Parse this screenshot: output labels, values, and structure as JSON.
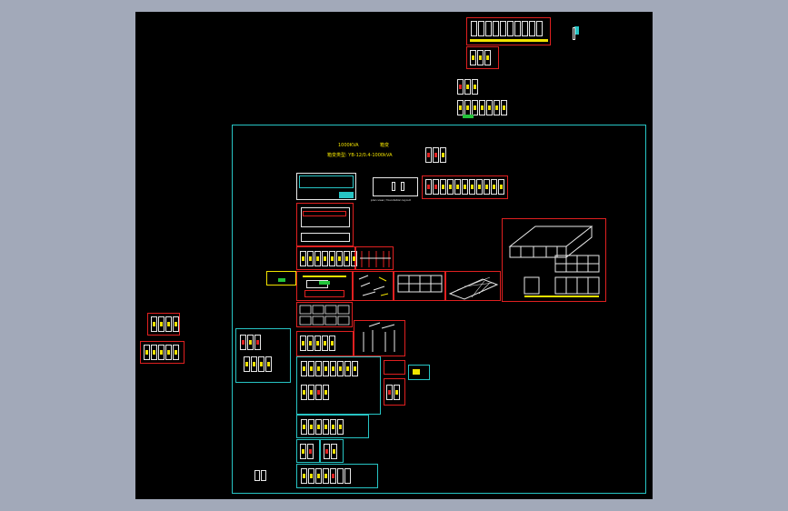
{
  "viewport": {
    "background_color": "#a2a9b9",
    "canvas_color": "#000000",
    "colors": {
      "border_red": "#e02020",
      "frame_cyan": "#27c4c4",
      "text_yellow": "#f2e300",
      "line_white": "#e8e8e8",
      "accent_green": "#22c43a"
    }
  },
  "drawing": {
    "header_label_left": "1000KVA",
    "header_label_right": "箱变",
    "header_subtitle": "箱变类型: YB-12/0.4-1000kVA",
    "detail_caption": "plan view / foundation layout"
  }
}
